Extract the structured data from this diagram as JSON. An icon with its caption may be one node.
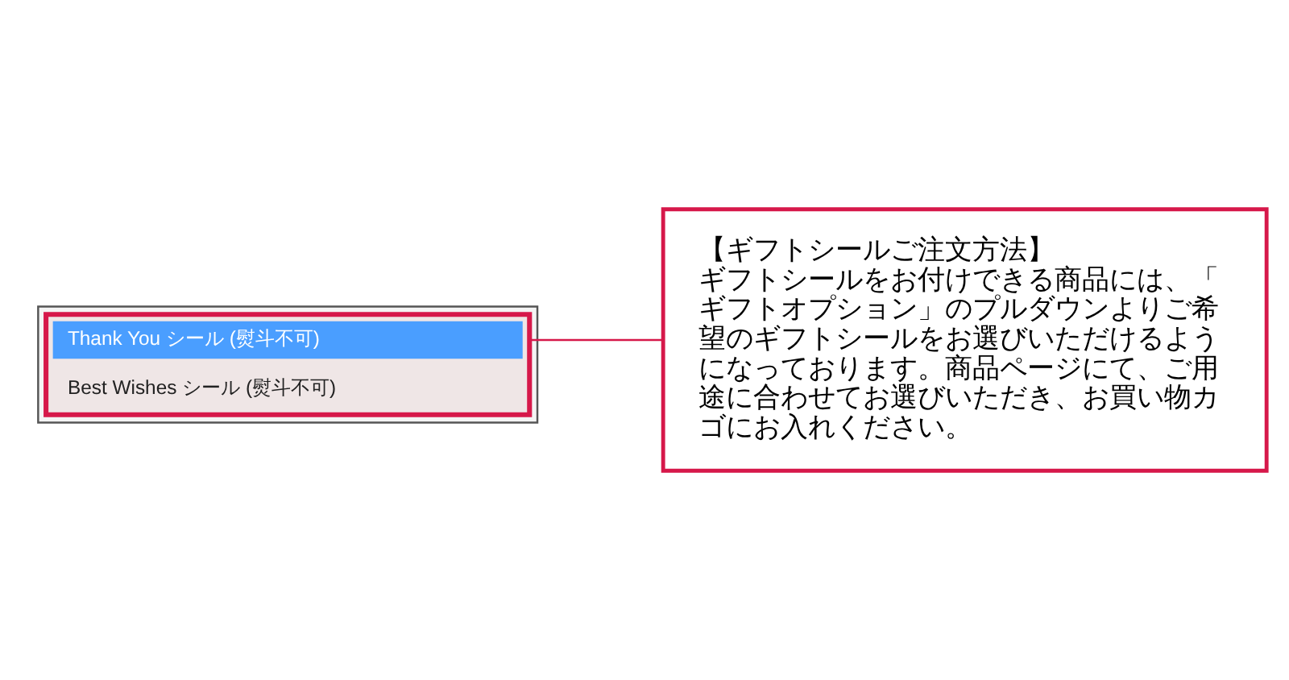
{
  "diagram": {
    "nodes": [
      {
        "text": [],
        "shape": "box"
      },
      {
        "text": [],
        "shape": "box",
        "in": 0
      },
      {
        "text": [
          "Thank You シール (熨斗不可)"
        ],
        "in": 1
      },
      {
        "text": [
          "Best Wishes シール (熨斗不可)"
        ],
        "in": 1
      },
      {
        "text": [
          "【ギフトシールご注文方法】",
          "ギフトシールをお付けできる商品には、「ギフトオプション」のプルダウンよりご希望のギフトシールをお選びいただけるようになっております。商品ページにて、ご用途に合わせてお選びいただき、お買い物カゴにお入れください。"
        ]
      }
    ],
    "edges": [
      {
        "from": 4,
        "to": 1,
        "arrow": "none",
        "color": "#d6184a"
      }
    ]
  }
}
